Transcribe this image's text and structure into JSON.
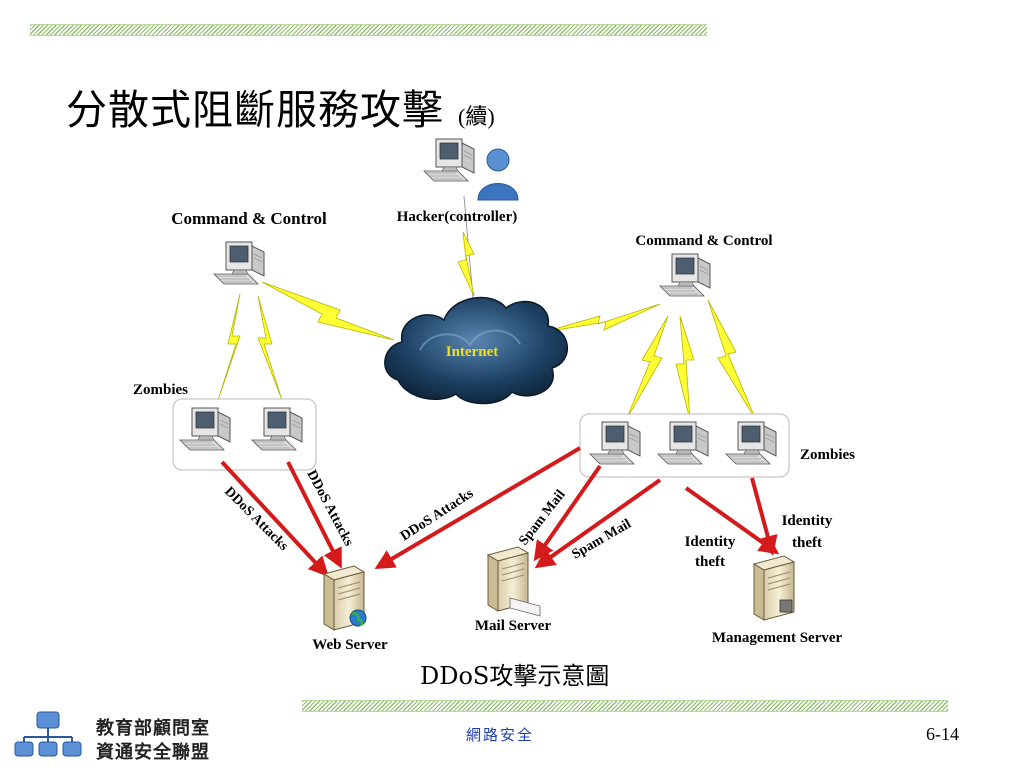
{
  "title": {
    "main": "分散式阻斷服務攻擊",
    "sub": "(續)"
  },
  "diagram": {
    "hacker_label": "Hacker(controller)",
    "cc_left_label": "Command & Control",
    "cc_right_label": "Command & Control",
    "internet_label": "Internet",
    "zombies_left_label": "Zombies",
    "zombies_right_label": "Zombies",
    "ddos_attacks": "DDoS Attacks",
    "spam_mail": "Spam Mail",
    "identity_line1": "Identity",
    "identity_line2": "theft",
    "web_server_label": "Web Server",
    "mail_server_label": "Mail Server",
    "management_server_label": "Management Server",
    "colors": {
      "attack": "#d41a1a",
      "lightning": "#ffff33",
      "cloud": "#1a3a5a",
      "internet_text": "#f0e020"
    }
  },
  "caption": "DDoS攻擊示意圖",
  "footer": {
    "center": "網路安全",
    "page": "6-14",
    "logo_line1": "教育部顧問室",
    "logo_line2": "資通安全聯盟"
  }
}
